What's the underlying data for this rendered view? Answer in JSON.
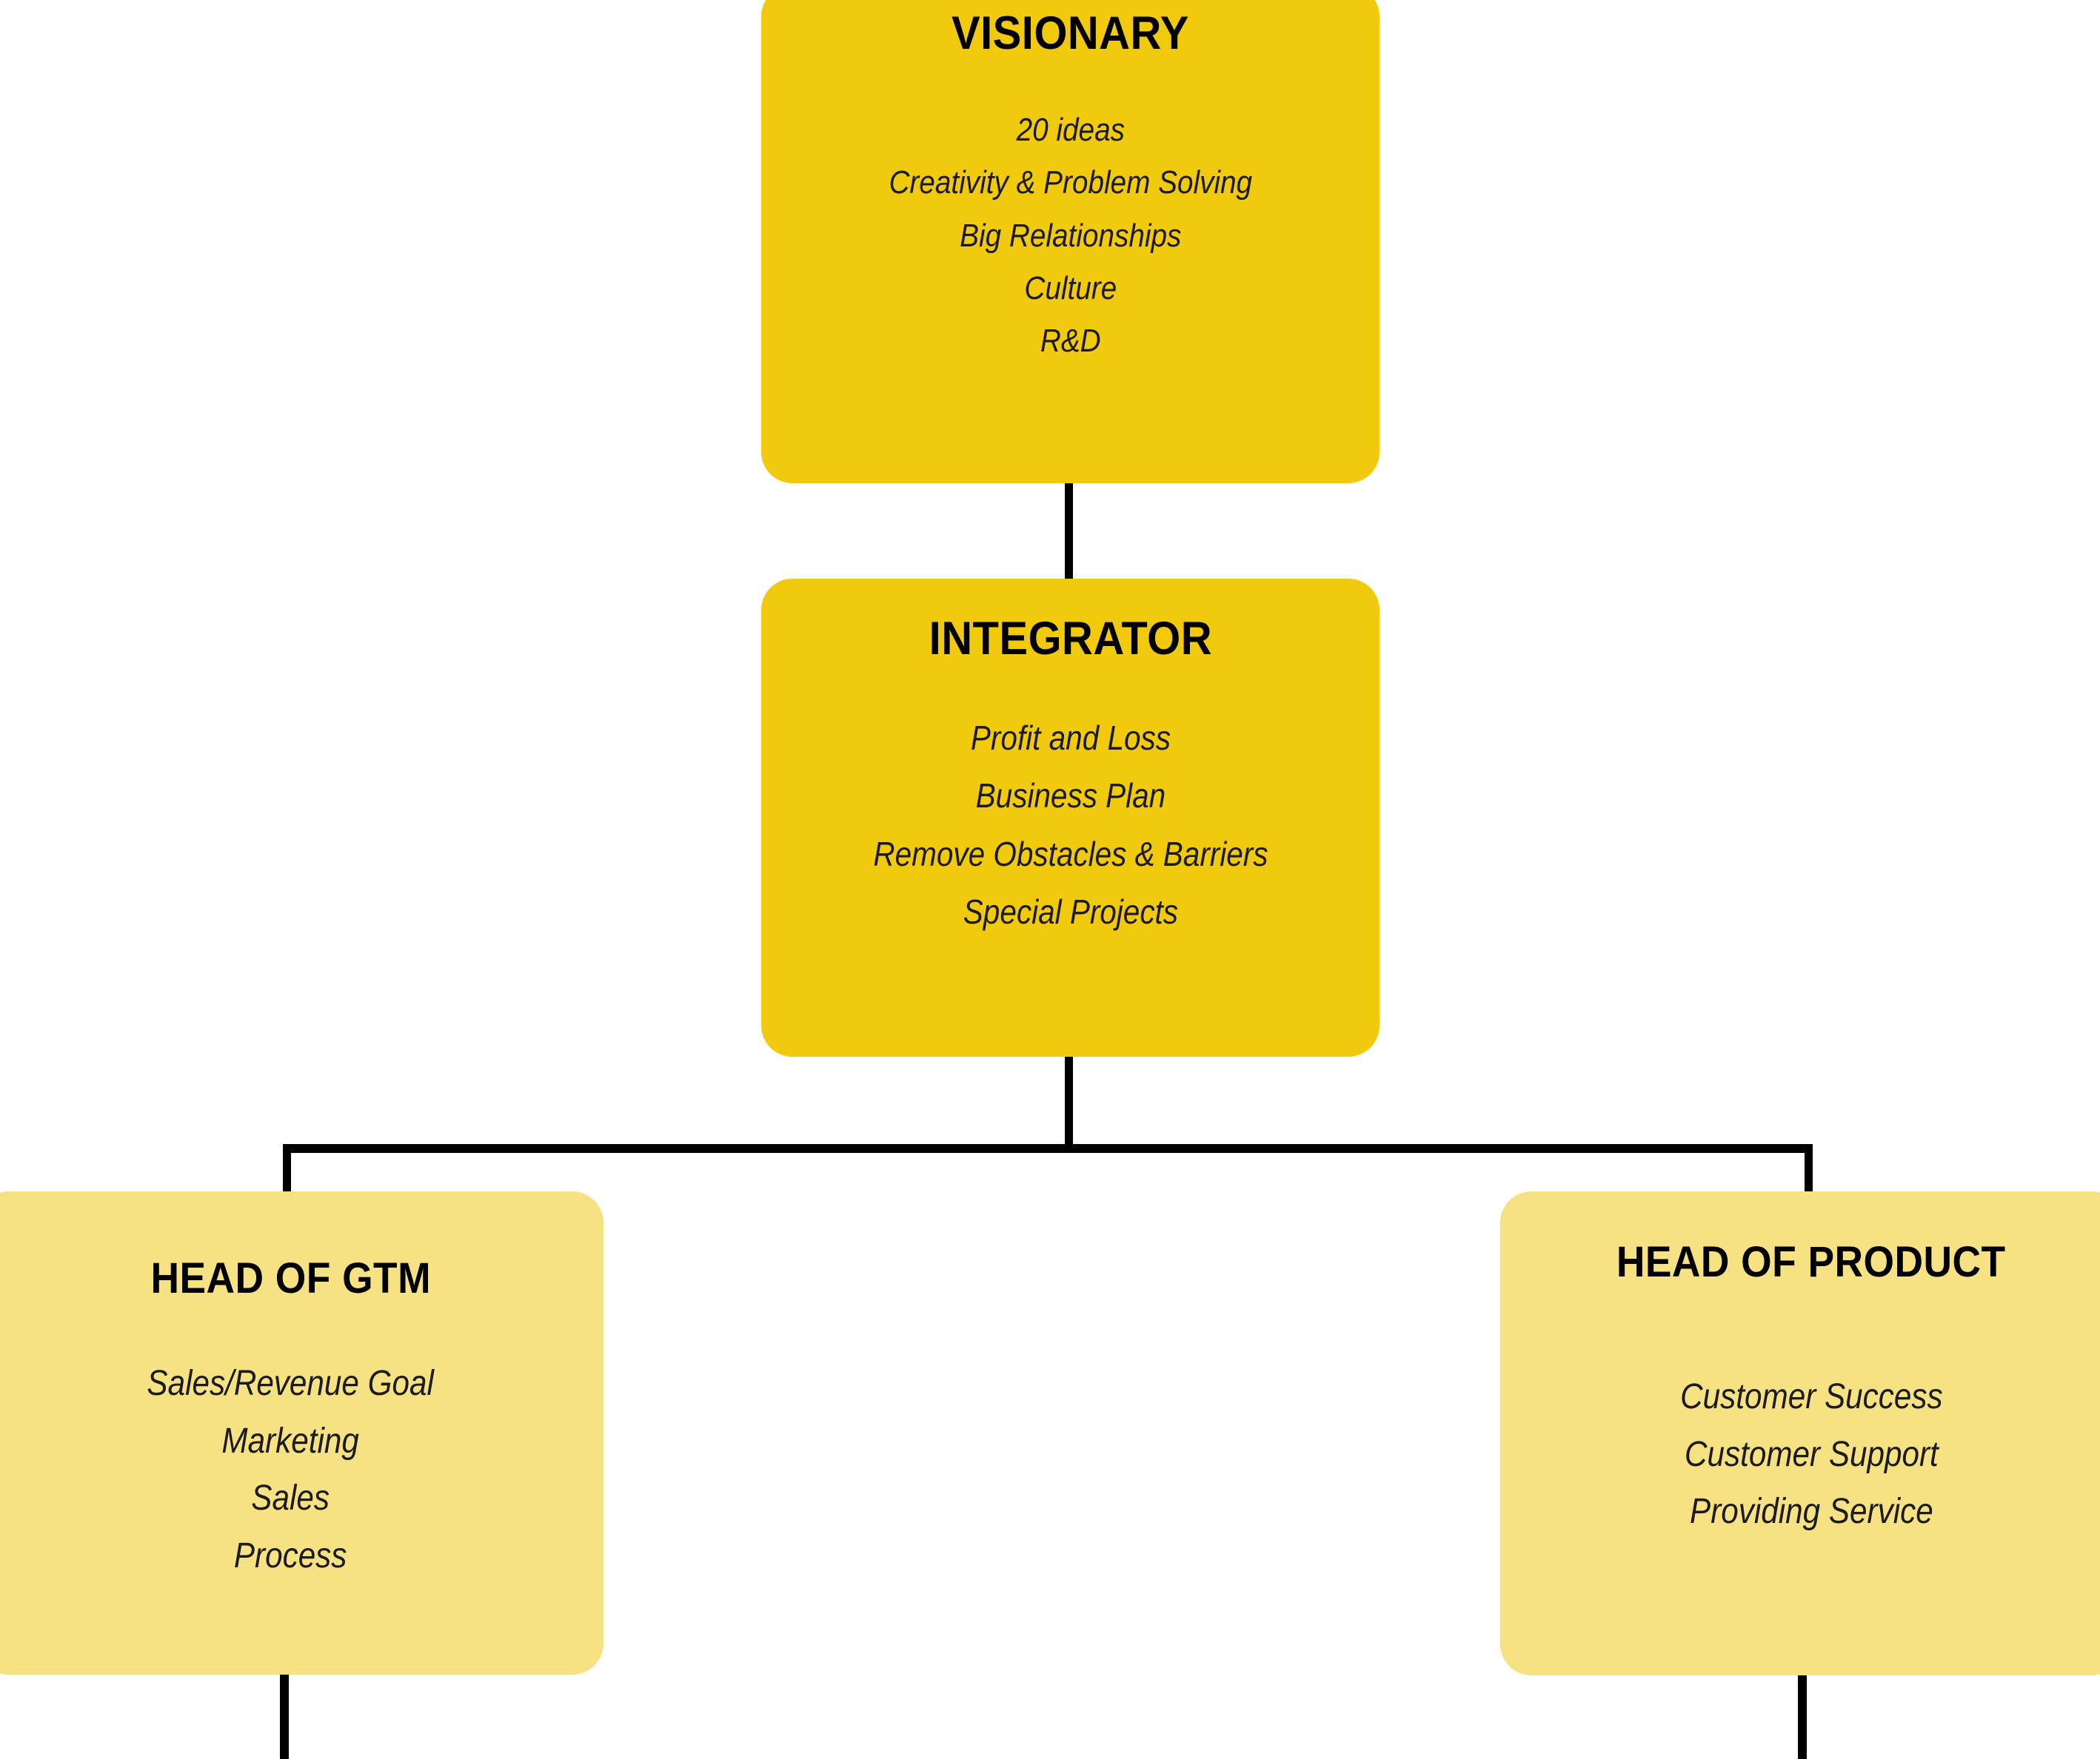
{
  "diagram": {
    "type": "org-chart",
    "background_color": "#ffffff",
    "colors": {
      "primary_box": "#F2CA0D",
      "secondary_box": "#F6E183",
      "connector": "#000000",
      "title_text": "#000000",
      "body_text": "#1b1b1b"
    },
    "nodes": [
      {
        "id": "visionary",
        "title": "VISIONARY",
        "level": 1,
        "fill": "#F2CA0D",
        "items": [
          "20 ideas",
          "Creativity & Problem Solving",
          "Big Relationships",
          "Culture",
          "R&D"
        ]
      },
      {
        "id": "integrator",
        "title": "INTEGRATOR",
        "level": 2,
        "fill": "#F2CA0D",
        "items": [
          "Profit and Loss",
          "Business Plan",
          "Remove Obstacles & Barriers",
          "Special Projects"
        ]
      },
      {
        "id": "head-of-gtm",
        "title": "HEAD OF GTM",
        "level": 3,
        "fill": "#F6E183",
        "items": [
          "Sales/Revenue Goal",
          "Marketing",
          "Sales",
          "Process"
        ]
      },
      {
        "id": "head-of-product",
        "title": "HEAD OF PRODUCT",
        "level": 3,
        "fill": "#F6E183",
        "items": [
          "Customer Success",
          "Customer Support",
          "Providing Service"
        ]
      }
    ],
    "edges": [
      {
        "id": "visionary-integrator",
        "from": "visionary",
        "to": "integrator"
      },
      {
        "id": "integrator-bus",
        "from": "integrator",
        "to": "bus"
      },
      {
        "id": "bus-head-of-gtm",
        "from": "bus",
        "to": "head-of-gtm"
      },
      {
        "id": "bus-head-of-product",
        "from": "bus",
        "to": "head-of-product"
      },
      {
        "id": "head-of-gtm-down",
        "from": "head-of-gtm",
        "to": "offscreen"
      },
      {
        "id": "head-of-product-down",
        "from": "head-of-product",
        "to": "offscreen"
      }
    ]
  }
}
